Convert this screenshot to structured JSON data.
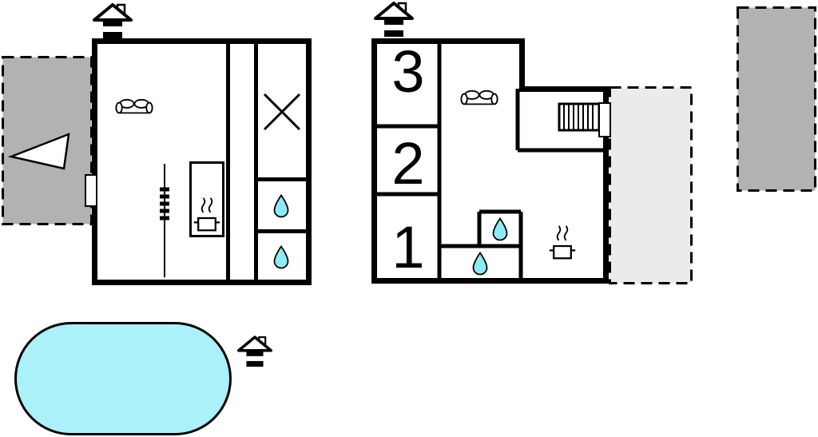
{
  "buildings": {
    "left": {
      "name": "house-unit-a",
      "icons": [
        "house-entrance-icon",
        "sofa-icon",
        "stair-void-cross-icon",
        "water-drop-icon",
        "water-drop-icon",
        "stove-steam-icon",
        "heater-icon",
        "door-icon"
      ]
    },
    "right": {
      "name": "house-unit-b",
      "room_labels": [
        "3",
        "2",
        "1"
      ],
      "icons": [
        "house-entrance-icon",
        "sofa-icon",
        "stairs-icon",
        "water-drop-icon",
        "water-drop-icon",
        "stove-steam-icon",
        "door-icon"
      ]
    }
  },
  "outdoor": {
    "pool": {
      "icon": "swimming-pool"
    },
    "pool_house": {
      "icon": "house-entrance-icon"
    },
    "terrace_left": {
      "icon": "terrace-area",
      "arrow": "triangle-arrow-icon"
    },
    "terrace_right": {
      "icon": "terrace-area"
    },
    "parking": {
      "icon": "parking-area"
    }
  },
  "colors": {
    "wall": "#000000",
    "terrace_dark": "#b2b2b2",
    "terrace_light": "#ebebeb",
    "pool": "#aaf1f9",
    "water_drop": "#8debf6",
    "background": "#ffffff"
  }
}
